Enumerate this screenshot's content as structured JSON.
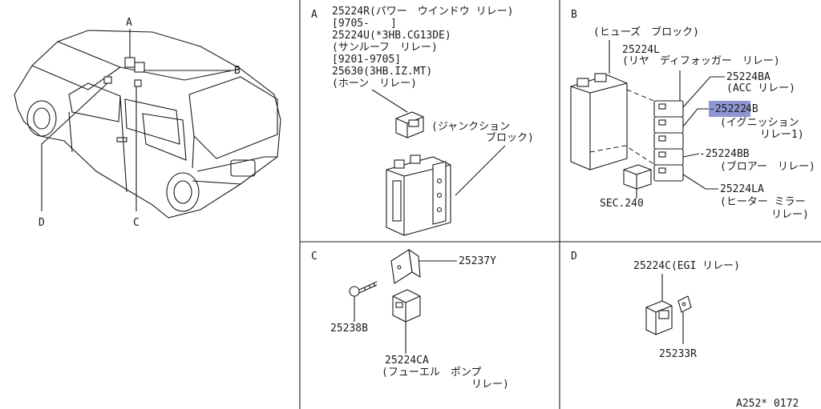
{
  "panel_a": {
    "letter": "A",
    "lines": [
      "25224R(パワー　ウインドウ リレー)",
      "[9705-　　]",
      "25224U(*3HB.CG13DE)",
      "(サンルーフ　リレー)",
      "[9201-9705]",
      "25630(3HB.IZ.MT)",
      "(ホーン　リレー)"
    ],
    "junction_line1": "(ジャンクション",
    "junction_line2": "ブロック)"
  },
  "panel_b": {
    "letter": "B",
    "fuse_block": "(ヒューズ　ブロック)",
    "part_l": "25224L",
    "part_l_desc": "(リヤ　ディフォッガー　リレー)",
    "part_ba": "25224BA",
    "part_ba_desc": "(ACC リレー)",
    "part_b_prefix": "-25222",
    "part_b_suffix": "4B",
    "part_b_desc1": "(イグニッション",
    "part_b_desc2": "リレー1)",
    "part_bb": "-25224BB",
    "part_bb_desc": "(ブロアー　リレー)",
    "part_la": "25224LA",
    "part_la_desc1": "(ヒーター ミラー",
    "part_la_desc2": "リレー)",
    "sec": "SEC.240",
    "highlight_color": "#8d96d3"
  },
  "panel_c": {
    "letter": "C",
    "part_y": "25237Y",
    "part_b": "25238B",
    "part_ca": "25224CA",
    "part_ca_desc1": "(フューエル　ポンプ",
    "part_ca_desc2": "リレー)"
  },
  "panel_d": {
    "letter": "D",
    "part_c": "25224C(EGI リレー)",
    "part_r": "25233R"
  },
  "vehicle": {
    "label_a": "A",
    "label_b": "B",
    "label_c": "C",
    "label_d": "D"
  },
  "diagram_id": "A252* 0172"
}
